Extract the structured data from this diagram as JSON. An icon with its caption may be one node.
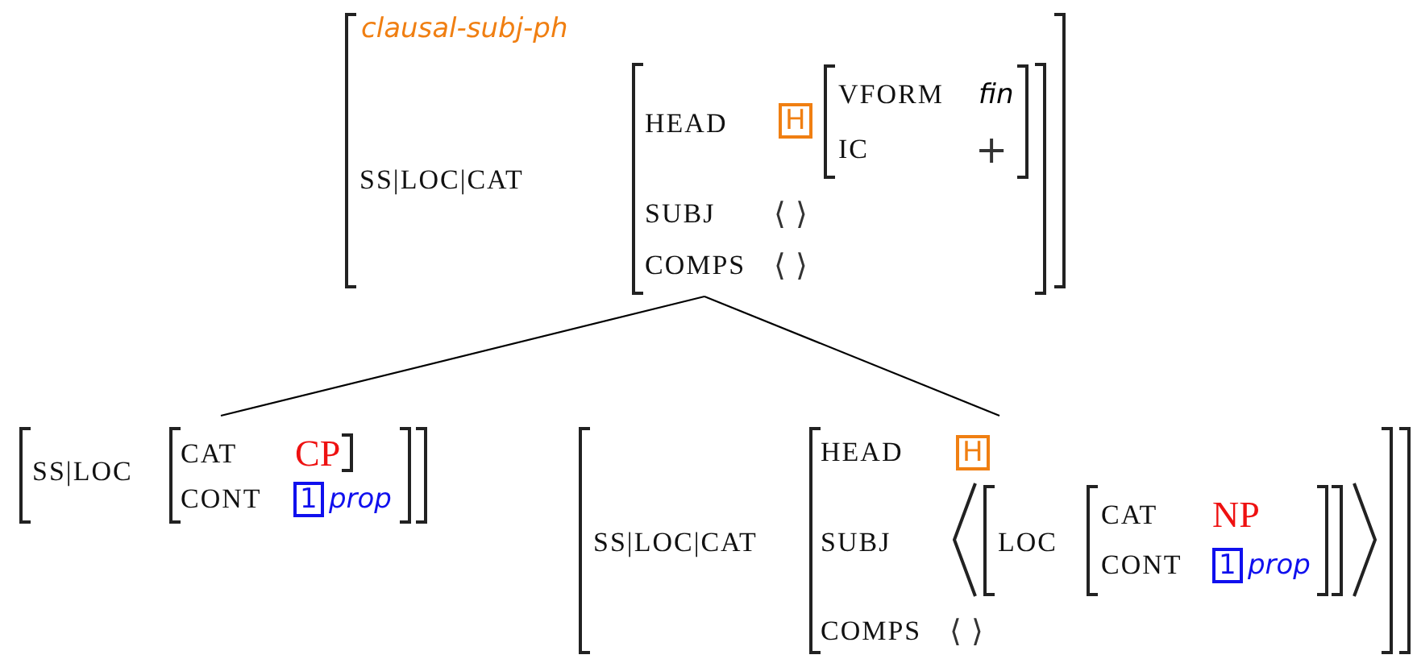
{
  "diagram": {
    "nodes": [
      {
        "text": [
          "clausal-subj-ph",
          "SS|LOC|CAT",
          "HEAD",
          "H",
          "VFORM",
          "fin",
          "IC",
          "+",
          "SUBJ",
          "⟨ ⟩",
          "COMPS",
          "⟨ ⟩"
        ]
      },
      {
        "text": [
          "SS|LOC",
          "CAT",
          "CP",
          "CONT",
          "1",
          "prop"
        ]
      },
      {
        "text": [
          "SS|LOC|CAT",
          "HEAD",
          "H",
          "SUBJ",
          "LOC",
          "CAT",
          "NP",
          "CONT",
          "1",
          "prop",
          "COMPS",
          "⟨ ⟩"
        ]
      }
    ],
    "edges": [
      {
        "from": 0,
        "to": 1,
        "arrow": "none"
      },
      {
        "from": 0,
        "to": 2,
        "arrow": "none"
      }
    ]
  }
}
